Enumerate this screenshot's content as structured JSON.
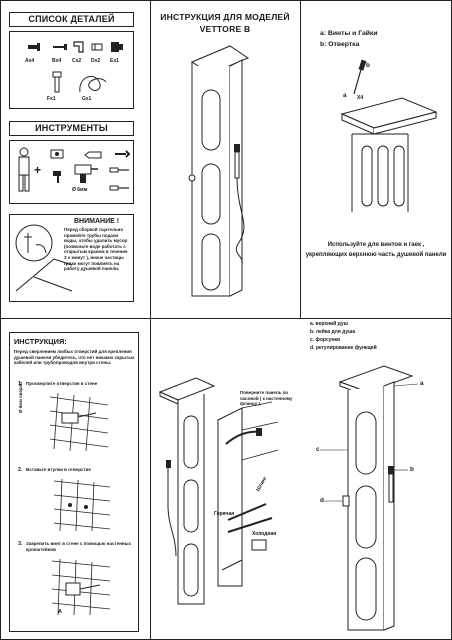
{
  "title": {
    "line1": "ИНСТРУКЦИЯ  ДЛЯ МОДЕЛЕЙ",
    "line2": "VETTORE B"
  },
  "parts_list": {
    "heading": "СПИСОК ДЕТАЛЕЙ",
    "items": [
      "Аx4",
      "Вx4",
      "Сx2",
      "Dx2",
      "Еx1",
      "Fx1",
      "Gx1"
    ]
  },
  "tools": {
    "heading": "ИНСТРУМЕНТЫ",
    "drill_label": "Ø 6мм"
  },
  "warning": {
    "heading": "ВНИМАНИЕ !",
    "body": "Перед сборкой тщательно промойте трубы подачи воды, чтобы удалить мусор (позвольте воде работать с открытым краном в течение 3 х минут ), иначе частицы грязи могут повлиять на работу душевой панели."
  },
  "top_right": {
    "legend_a": "a: Винты и Гайки",
    "legend_b": "b: Отвертка",
    "callout_a": "a",
    "callout_b": "b",
    "count": "X4",
    "caption_1": "Используйте для винтов и гаек ,",
    "caption_2": "укрепляющих верхнюю часть душевой панели"
  },
  "instructions": {
    "heading": "ИНСТРУКЦИЯ:",
    "intro": "Перед сверлением любых  отверстий для крепления душевой панели убедитесь, что нет никаких скрытых кабелей или трубопроводов внутри стены.",
    "steps": [
      {
        "num": "1.",
        "text": "Просверлите отверстия в стене",
        "dim": "Ø 6мм сверло"
      },
      {
        "num": "2.",
        "text": "Вставьте втулки в отверстие"
      },
      {
        "num": "3.",
        "text": "Закрепить винт в стене с помощью настенных кронштейнов",
        "callout": "A"
      }
    ]
  },
  "connection": {
    "note": "Поверните панель по часовой ( к настенному фланцу ).",
    "hot": "Горячая",
    "cold": "Холодная",
    "hose": "Шланг"
  },
  "legend_bottom": {
    "items": [
      "a. верхний душ",
      "b. лейка для душа",
      "c. форсунки",
      "d. регулирование функций"
    ],
    "callouts": [
      "a",
      "b",
      "c",
      "d"
    ]
  }
}
